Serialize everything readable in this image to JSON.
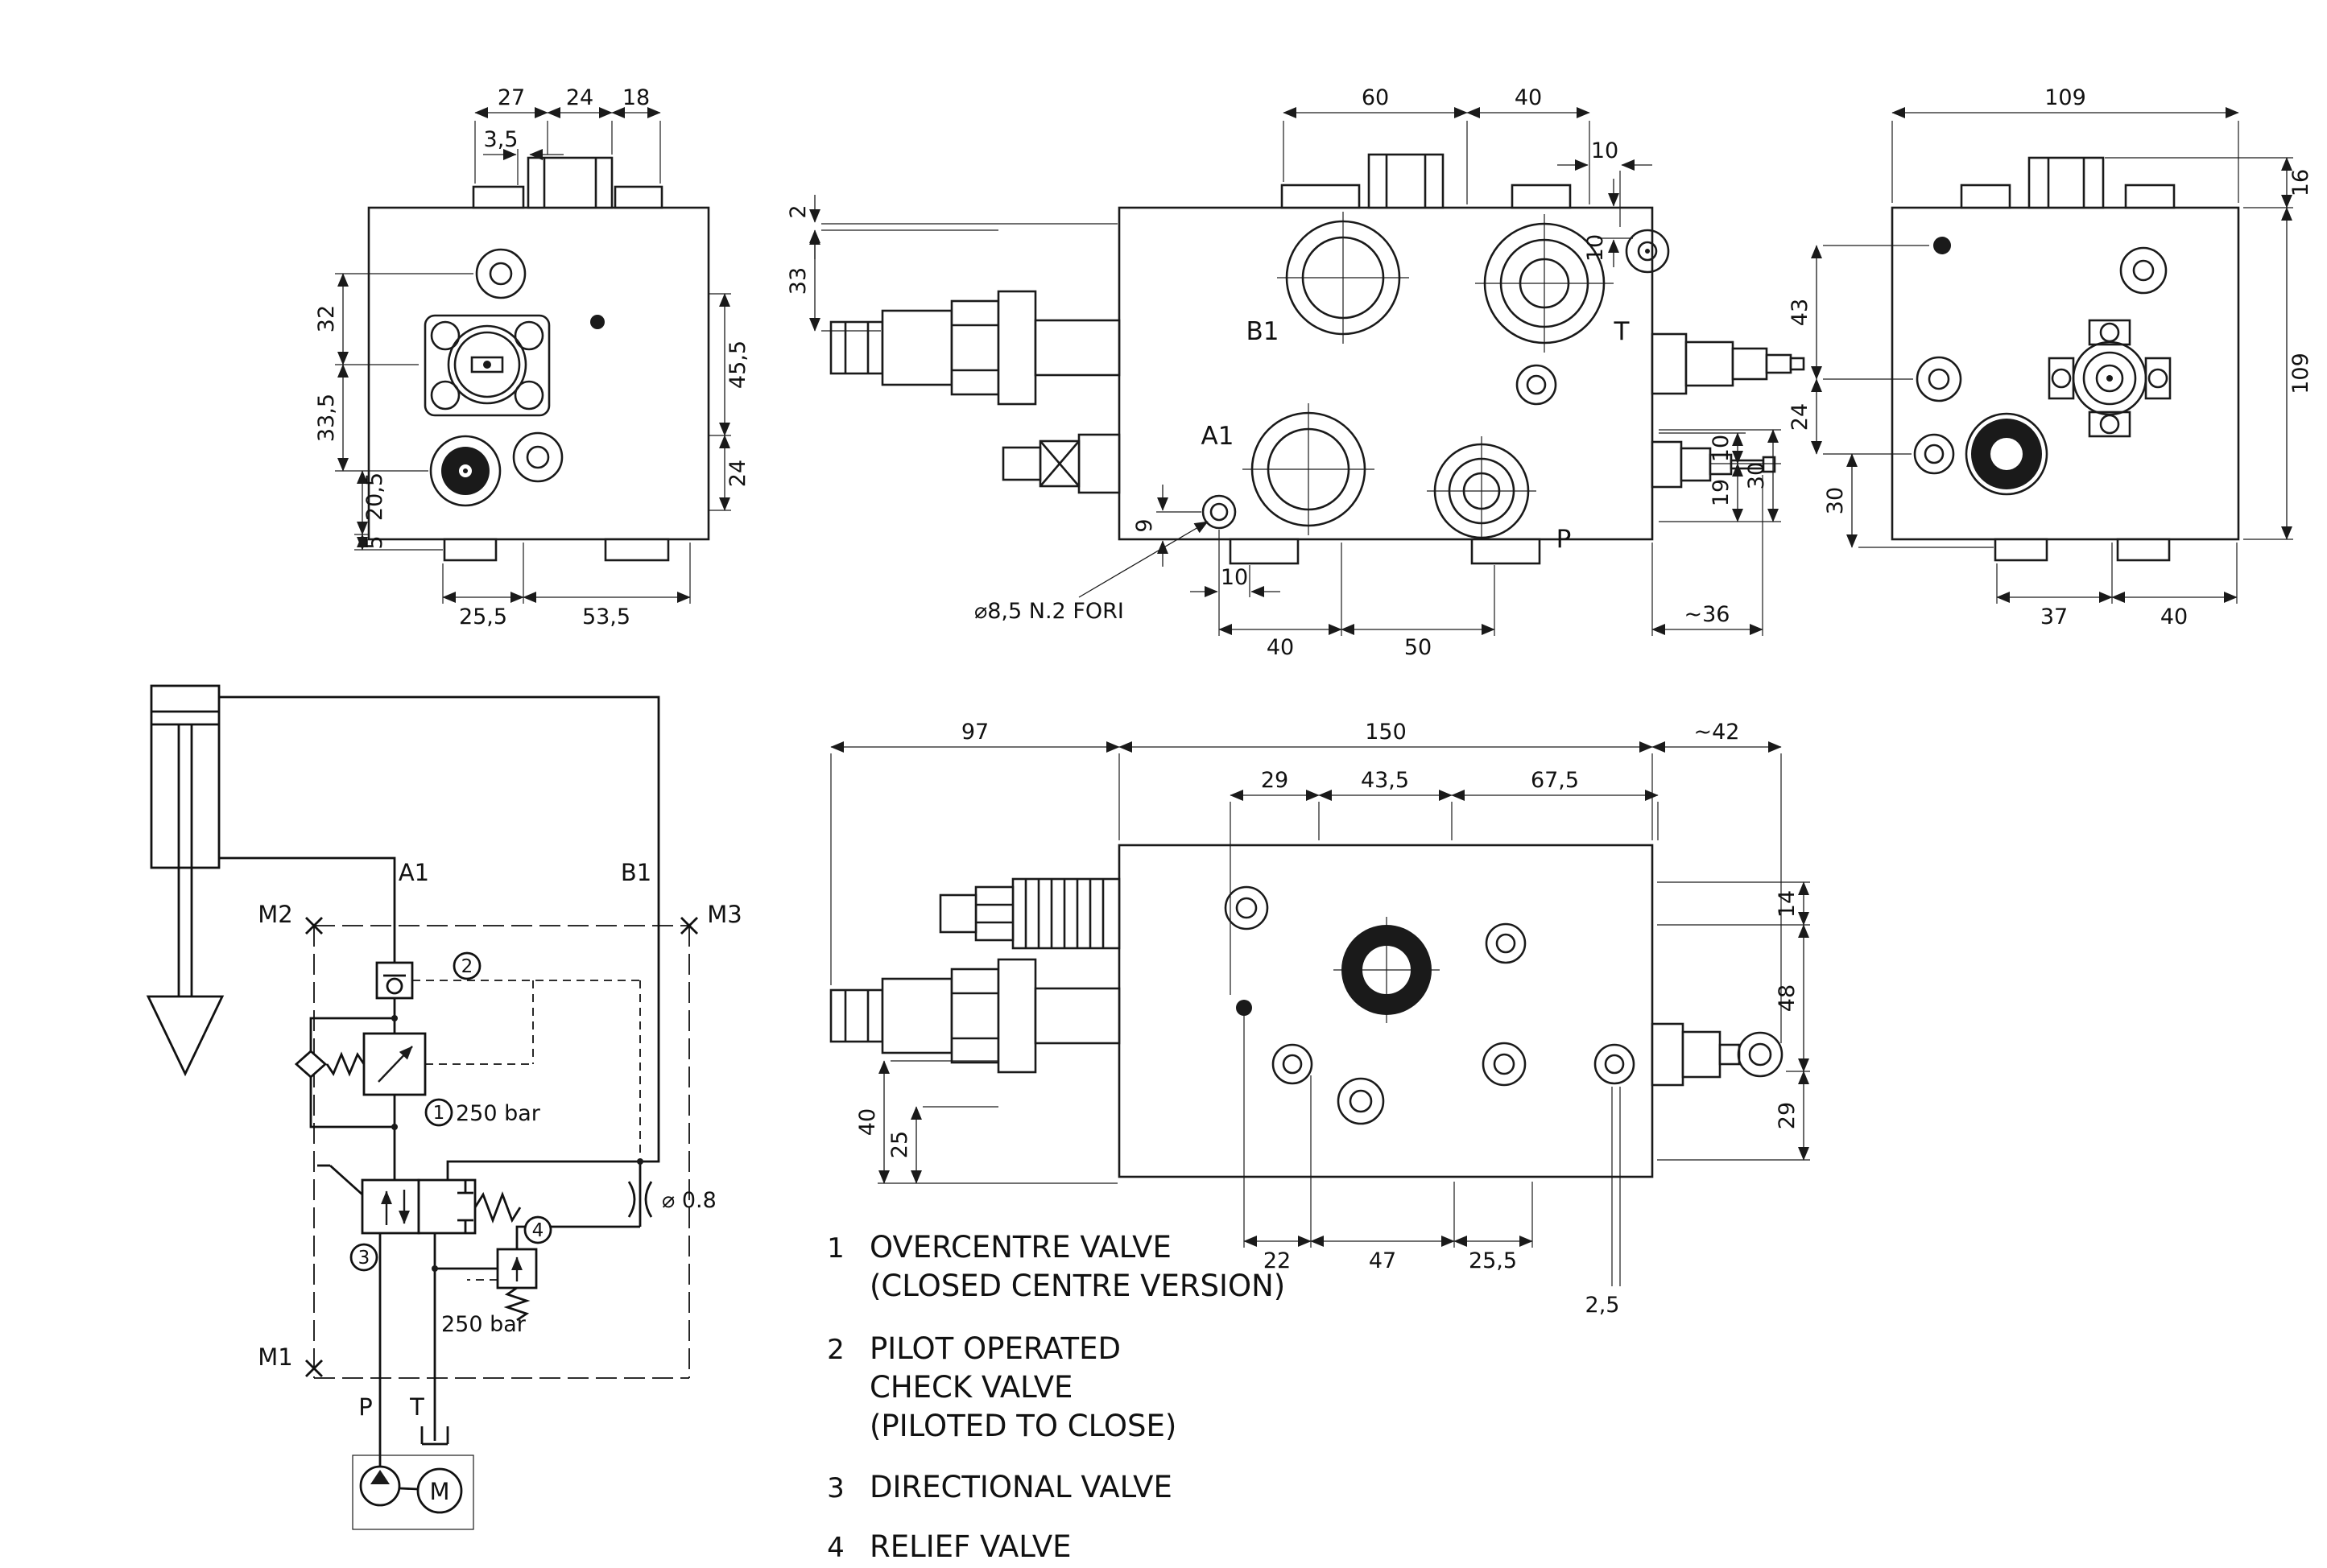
{
  "sideView": {
    "d27": "27",
    "d24": "24",
    "d18": "18",
    "d35": "3,5",
    "d32": "32",
    "d335": "33,5",
    "d205": "20,5",
    "d5": "5",
    "d455": "45,5",
    "d24r": "24",
    "d255": "25,5",
    "d535": "53,5"
  },
  "frontView": {
    "d60": "60",
    "d40": "40",
    "d10": "10",
    "d2": "2",
    "d33": "33",
    "d10r": "10",
    "d10s": "10",
    "d19": "19",
    "d30": "30",
    "d9": "9",
    "d10b": "10",
    "d40b": "40",
    "d50": "50",
    "d36": "~36",
    "b1": "B1",
    "t": "T",
    "a1": "A1",
    "p": "P",
    "note": "⌀8,5 N.2 FORI"
  },
  "endView": {
    "d109": "109",
    "d16": "16",
    "d109r": "109",
    "d43": "43",
    "d24": "24",
    "d30": "30",
    "d37": "37",
    "d40": "40"
  },
  "bottomView": {
    "d97": "97",
    "d150": "150",
    "d42": "~42",
    "d29": "29",
    "d435": "43,5",
    "d675": "67,5",
    "d14": "14",
    "d48": "48",
    "d29r": "29",
    "d40": "40",
    "d25": "25",
    "d22": "22",
    "d47": "47",
    "d255": "25,5",
    "d25c": "2,5"
  },
  "schematic": {
    "a1": "A1",
    "b1": "B1",
    "m2": "M2",
    "m3": "M3",
    "m1": "M1",
    "p": "P",
    "t": "T",
    "m": "M",
    "c1": "1",
    "c2": "2",
    "c3": "3",
    "c4": "4",
    "bar1": "250 bar",
    "bar2": "250 bar",
    "orifice": "⌀ 0.8"
  },
  "legend": {
    "n1": "1",
    "l1a": "OVERCENTRE VALVE",
    "l1b": "(CLOSED CENTRE VERSION)",
    "n2": "2",
    "l2a": "PILOT OPERATED",
    "l2b": "CHECK VALVE",
    "l2c": "(PILOTED TO CLOSE)",
    "n3": "3",
    "l3": "DIRECTIONAL VALVE",
    "n4": "4",
    "l4": "RELIEF VALVE"
  },
  "colors": {
    "ink": "#1a1a1a",
    "background": "#ffffff"
  }
}
